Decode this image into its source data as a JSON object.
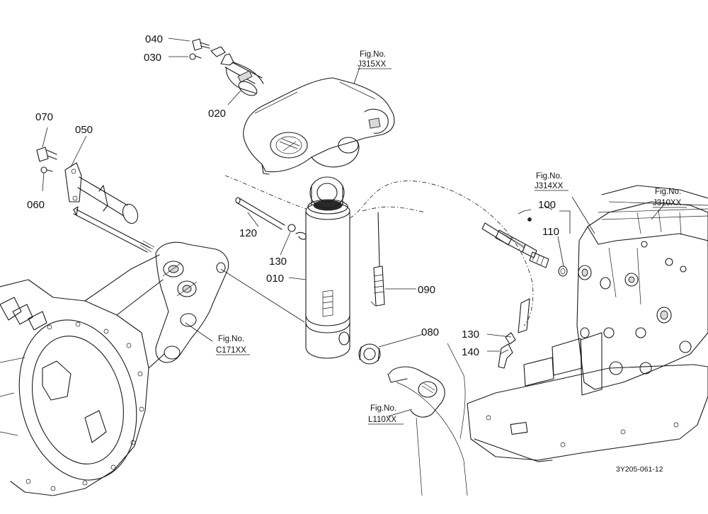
{
  "callouts": {
    "c040": "040",
    "c030": "030",
    "c020": "020",
    "c070": "070",
    "c050": "050",
    "c060": "060",
    "c120": "120",
    "c130a": "130",
    "c010": "010",
    "c090": "090",
    "c100": "100",
    "c110": "110",
    "c080": "080",
    "c130b": "130",
    "c140": "140"
  },
  "figure_refs": {
    "j315": {
      "line1": "Fig.No.",
      "line2": "J315XX"
    },
    "j314": {
      "line1": "Fig.No.",
      "line2": "J314XX"
    },
    "j310": {
      "line1": "Fig.No.",
      "line2": "J310XX"
    },
    "c171": {
      "line1": "Fig.No.",
      "line2": "C171XX"
    },
    "l110": {
      "line1": "Fig.No.",
      "line2": "L110XX"
    }
  },
  "drawing_code": "3Y205-061-12"
}
